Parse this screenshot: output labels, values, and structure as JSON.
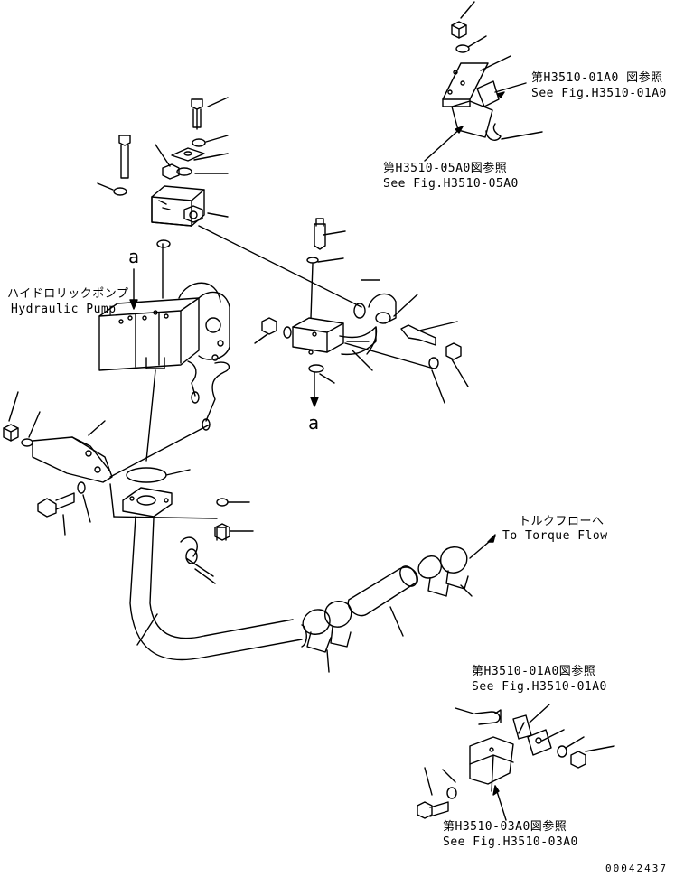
{
  "labels": {
    "hydraulic_pump_jp": "ハイドロリックポンプ",
    "hydraulic_pump_en": "Hydraulic Pump",
    "to_torque_flow_jp": "トルクフローへ",
    "to_torque_flow_en": "To Torque Flow",
    "ref_top_right_jp": "第H3510-01A0 図参照",
    "ref_top_right_en": "See Fig.H3510-01A0",
    "ref_top_left_jp": "第H3510-05A0図参照",
    "ref_top_left_en": "See Fig.H3510-05A0",
    "ref_bottom_top_jp": "第H3510-01A0図参照",
    "ref_bottom_top_en": "See Fig.H3510-01A0",
    "ref_bottom_low_jp": "第H3510-03A0図参照",
    "ref_bottom_low_en": "See Fig.H3510-03A0",
    "view_mark_upper": "a",
    "view_mark_lower": "a",
    "drawing_number": "00042437"
  }
}
